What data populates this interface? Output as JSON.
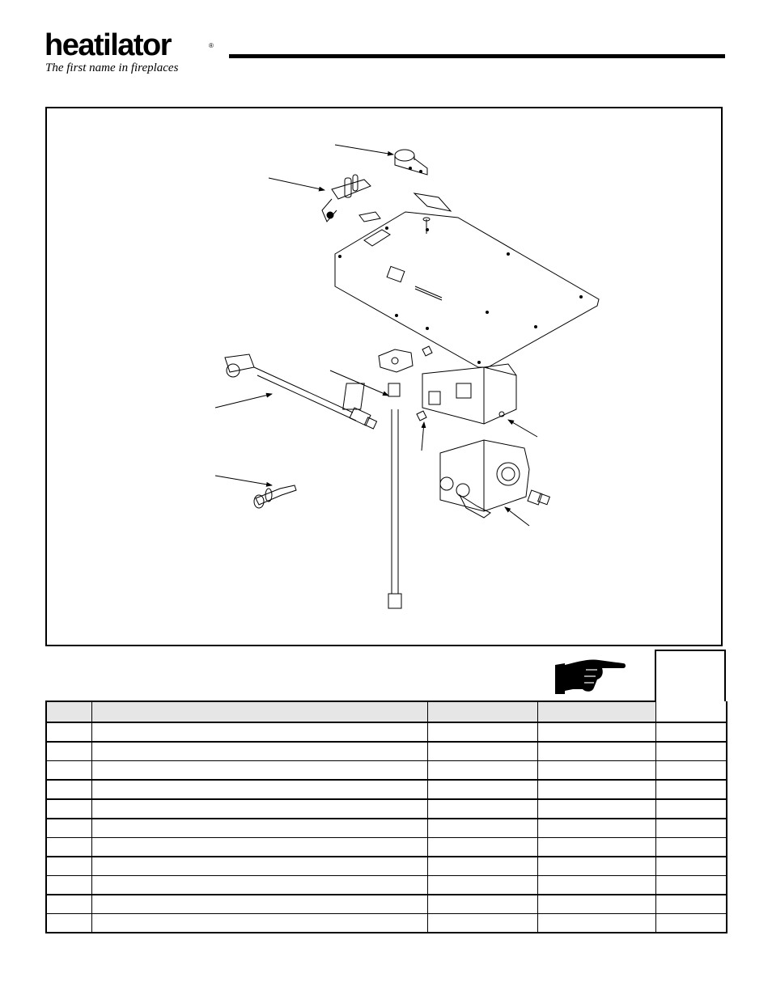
{
  "header": {
    "brand": "heatilator",
    "registered": "®",
    "tagline": "The first name in fireplaces"
  },
  "diagram": {
    "parts": [
      "pilot-assembly",
      "pilot-bracket",
      "sub-base-plate",
      "flex-gas-line",
      "pilot-tube",
      "orifice",
      "valve-bracket",
      "gas-valve",
      "fitting",
      "shutoff-valve"
    ]
  },
  "icons": {
    "pointer": "pointing-hand-icon"
  },
  "table": {
    "rows": [
      {
        "item": "",
        "description": "",
        "part_a": "",
        "part_b": "",
        "extra": ""
      },
      {
        "item": "",
        "description": "",
        "part_a": "",
        "part_b": "",
        "extra": ""
      },
      {
        "item": "",
        "description": "",
        "part_a": "",
        "part_b": "",
        "extra": ""
      },
      {
        "item": "",
        "description": "",
        "part_a": "",
        "part_b": "",
        "extra": ""
      },
      {
        "item": "",
        "description": "",
        "part_a": "",
        "part_b": "",
        "extra": ""
      },
      {
        "item": "",
        "description": "",
        "part_a": "",
        "part_b": "",
        "extra": ""
      },
      {
        "item": "",
        "description": "",
        "part_a": "",
        "part_b": "",
        "extra": ""
      },
      {
        "item": "",
        "description": "",
        "part_a": "",
        "part_b": "",
        "extra": ""
      },
      {
        "item": "",
        "description": "",
        "part_a": "",
        "part_b": "",
        "extra": ""
      },
      {
        "item": "",
        "description": "",
        "part_a": "",
        "part_b": "",
        "extra": ""
      },
      {
        "item": "",
        "description": "",
        "part_a": "",
        "part_b": "",
        "extra": ""
      }
    ]
  }
}
